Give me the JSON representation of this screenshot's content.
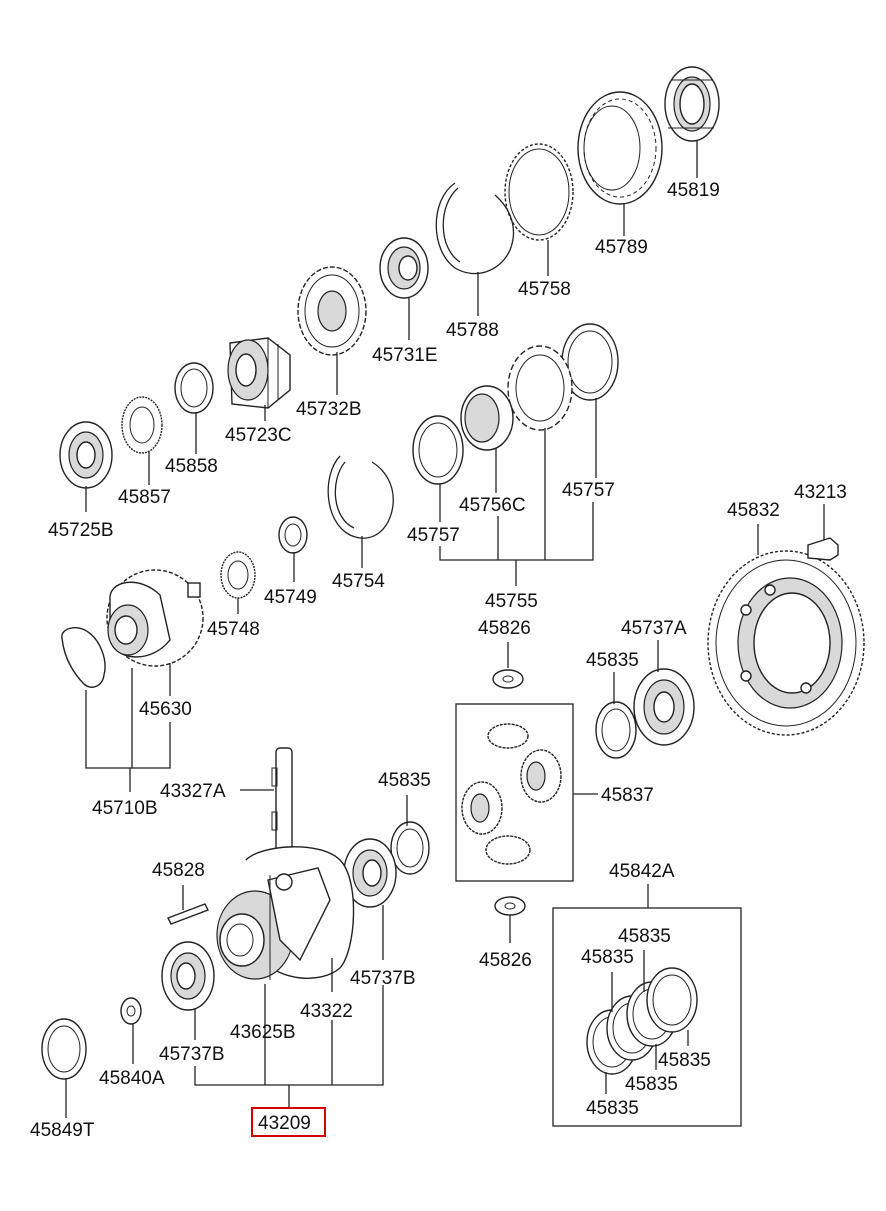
{
  "labels": {
    "p45819": "45819",
    "p45789": "45789",
    "p45758": "45758",
    "p45788": "45788",
    "p45731E": "45731E",
    "p45732B": "45732B",
    "p45723C": "45723C",
    "p45858": "45858",
    "p45857": "45857",
    "p45725B": "45725B",
    "p45757a": "45757",
    "p45756C": "45756C",
    "p45757b": "45757",
    "p45755": "45755",
    "p45754": "45754",
    "p45749": "45749",
    "p45748": "45748",
    "p45630": "45630",
    "p45710B": "45710B",
    "p45832": "45832",
    "p43213": "43213",
    "p45826a": "45826",
    "p45737A": "45737A",
    "p45835a": "45835",
    "p45837": "45837",
    "p43327A": "43327A",
    "p45835b": "45835",
    "p45828": "45828",
    "p45826b": "45826",
    "p45737Ba": "45737B",
    "p43322": "43322",
    "p43625B": "43625B",
    "p45737Bb": "45737B",
    "p45840A": "45840A",
    "p45849T": "45849T",
    "p43209": "43209",
    "p45842A": "45842A",
    "p45835c": "45835",
    "p45835d": "45835",
    "p45835e": "45835",
    "p45835f": "45835",
    "p45835g": "45835"
  },
  "highlight": {
    "part": "43209",
    "color": "#d40000"
  }
}
